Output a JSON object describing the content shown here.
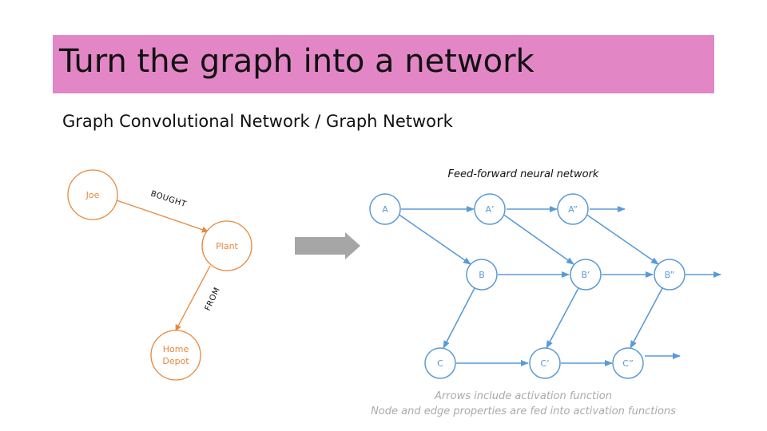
{
  "slide": {
    "title": "Turn the graph into a network",
    "subtitle": "Graph Convolutional Network / Graph Network"
  },
  "graph": {
    "color": "#e8873a",
    "nodes": {
      "joe": "Joe",
      "plant": "Plant",
      "home_depot_line1": "Home",
      "home_depot_line2": "Depot"
    },
    "edges": {
      "bought": "BOUGHT",
      "from": "FROM"
    }
  },
  "transform_arrow": {
    "color": "#a6a6a6"
  },
  "network": {
    "color": "#5b9bd5",
    "label": "Feed-forward neural network",
    "nodes": {
      "a": "A",
      "a1": "A’",
      "a2": "A”",
      "b": "B",
      "b1": "B’",
      "b2": "B”",
      "c": "C",
      "c1": "C’",
      "c2": "C”"
    },
    "notes": {
      "line1": "Arrows include activation function",
      "line2": "Node and edge properties are fed into activation functions"
    }
  }
}
